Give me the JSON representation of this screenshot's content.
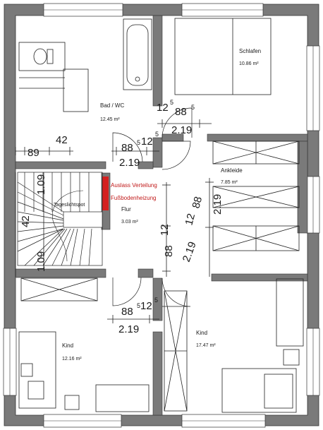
{
  "rooms": {
    "bad": {
      "name": "Bad / WC",
      "area": "12.45 m²"
    },
    "schlafen": {
      "name": "Schlafen",
      "area": "10.86 m²"
    },
    "ankleide": {
      "name": "Ankleide",
      "area": "7.85 m²"
    },
    "flur": {
      "name": "Flur",
      "area": "3.03 m²"
    },
    "kind_left": {
      "name": "Kind",
      "area": "12.16 m²"
    },
    "kind_right": {
      "name": "Kind",
      "area": "17.47 m²"
    }
  },
  "annotations": {
    "heating_line1": "Auslass Verteilung",
    "heating_line2": "Fußbodenheizung",
    "spot": "Tageslichtspot"
  },
  "colors": {
    "walls": "#7a7a7a",
    "heating": "#d42020",
    "lines": "#222222"
  },
  "dimensions": {
    "d_42a": "42",
    "d_89": "89",
    "d_88_5": "88",
    "d_sup5": "5",
    "d_12": "12",
    "d_219": "2.19",
    "d_109": "1.09",
    "d_42b": "42",
    "d_125": "12",
    "d_885": "88"
  }
}
